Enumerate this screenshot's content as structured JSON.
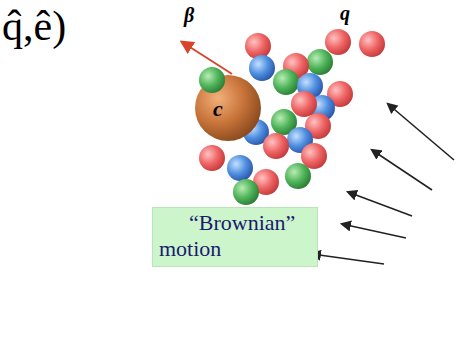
{
  "diagram": {
    "nodes": [
      {
        "text": [
          "“Brownian” motion"
        ]
      }
    ],
    "labels": [
      "q̂,ê)",
      "β",
      "q",
      "c"
    ]
  }
}
